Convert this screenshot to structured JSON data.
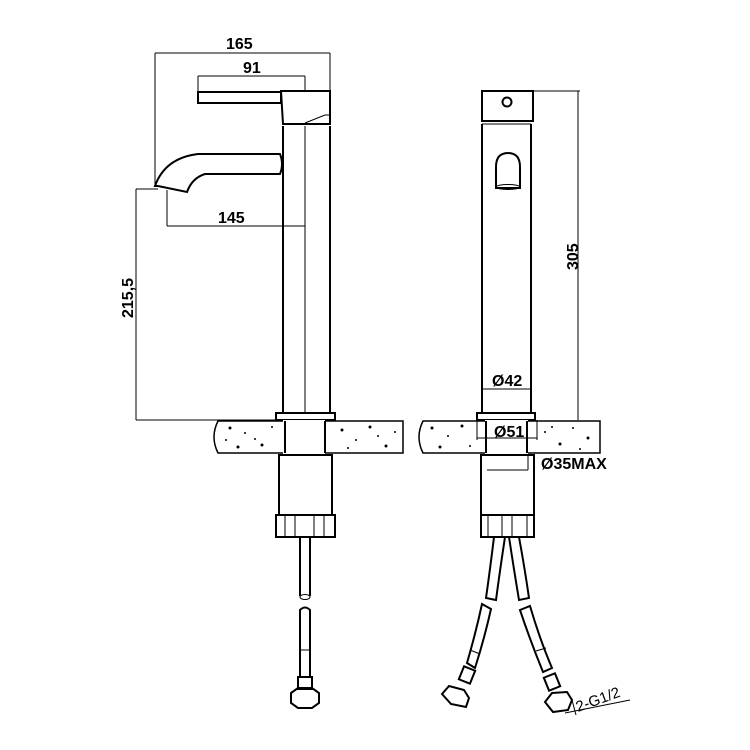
{
  "drawing": {
    "title": "Tall basin mixer technical drawing",
    "views": [
      "side-view",
      "front-view"
    ],
    "dimensions": {
      "overall_reach": "165",
      "handle_length": "91",
      "spout_reach": "145",
      "spout_height": "215.5",
      "spout_height_label": "215,5",
      "overall_height": "305",
      "body_diameter": "Ø42",
      "base_diameter": "Ø51",
      "hole_diameter": "Ø35MAX",
      "connection": "2-G1/2"
    },
    "colors": {
      "line": "#000000",
      "background": "#ffffff"
    }
  }
}
